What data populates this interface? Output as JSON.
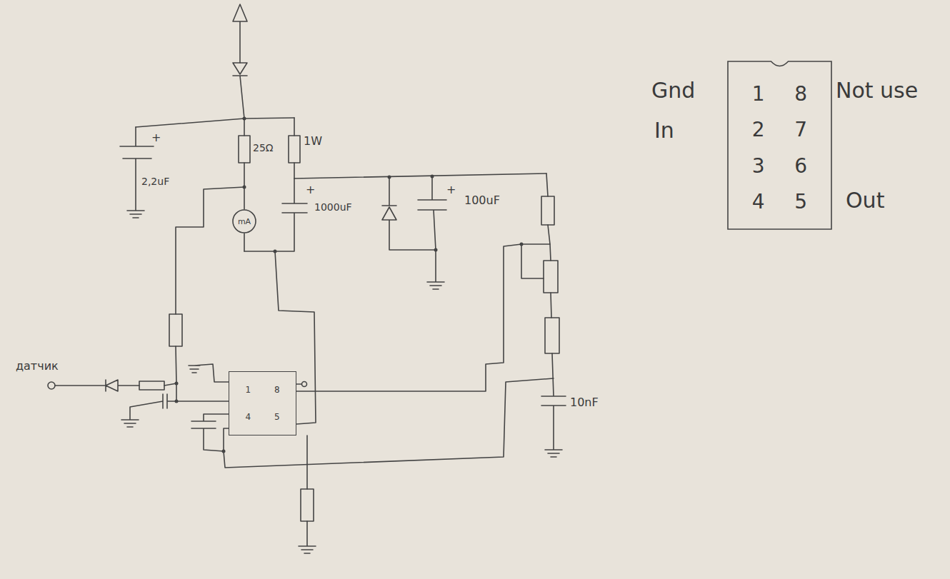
{
  "diagram": {
    "nodes": [
      {
        "text": [
          "1",
          "8",
          "4",
          "5"
        ]
      },
      {
        "text": [
          "mA"
        ]
      },
      {
        "text": [
          "1",
          "8",
          "2",
          "7",
          "3",
          "6",
          "4",
          "5"
        ]
      }
    ],
    "labels": [
      "датчик",
      "+",
      "2,2uF",
      "25Ω",
      "1W",
      "+",
      "1000uF",
      "+",
      "100uF",
      "10nF",
      "Gnd",
      "In",
      "Not use",
      "Out"
    ]
  }
}
